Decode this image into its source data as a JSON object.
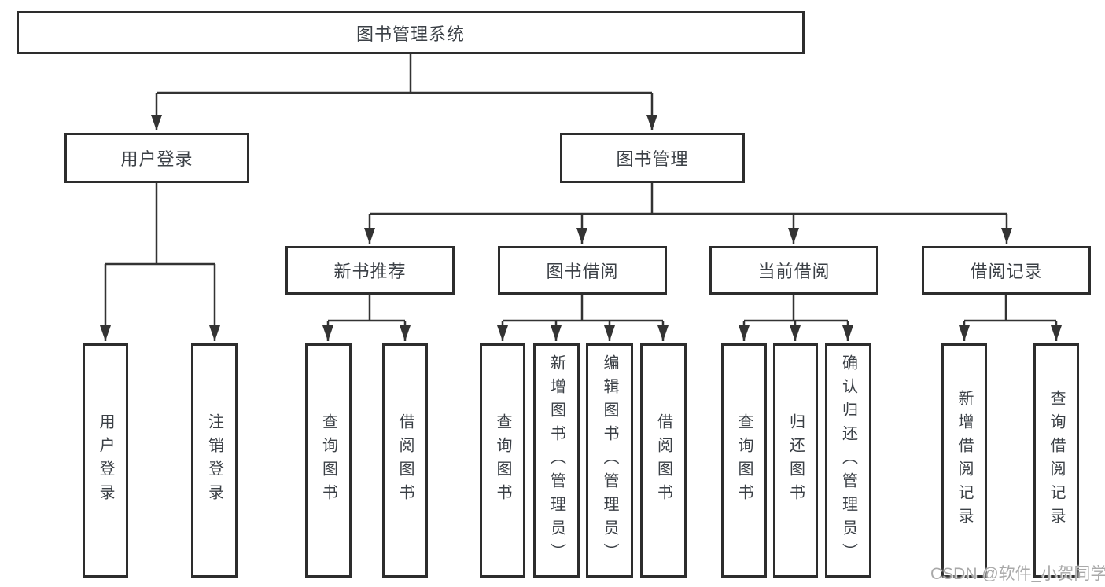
{
  "tree": {
    "label": "图书管理系统",
    "children": [
      {
        "label": "用户登录",
        "children": [
          {
            "label": "用户登录"
          },
          {
            "label": "注销登录"
          }
        ]
      },
      {
        "label": "图书管理",
        "children": [
          {
            "label": "新书推荐",
            "children": [
              {
                "label": "查询图书"
              },
              {
                "label": "借阅图书"
              }
            ]
          },
          {
            "label": "图书借阅",
            "children": [
              {
                "label": "查询图书"
              },
              {
                "label": "新增图书（管理员）"
              },
              {
                "label": "编辑图书（管理员）"
              },
              {
                "label": "借阅图书"
              }
            ]
          },
          {
            "label": "当前借阅",
            "children": [
              {
                "label": "查询图书"
              },
              {
                "label": "归还图书"
              },
              {
                "label": "确认归还（管理员）"
              }
            ]
          },
          {
            "label": "借阅记录",
            "children": [
              {
                "label": "新增借阅记录"
              },
              {
                "label": "查询借阅记录"
              }
            ]
          }
        ]
      }
    ]
  },
  "watermark": {
    "text": "CSDN @软件_小贺同学"
  },
  "colors": {
    "line": "#333333",
    "box_border": "#2d2d2d",
    "text": "#3b4046",
    "watermark": "#a9a9a9",
    "background": "#ffffff"
  }
}
